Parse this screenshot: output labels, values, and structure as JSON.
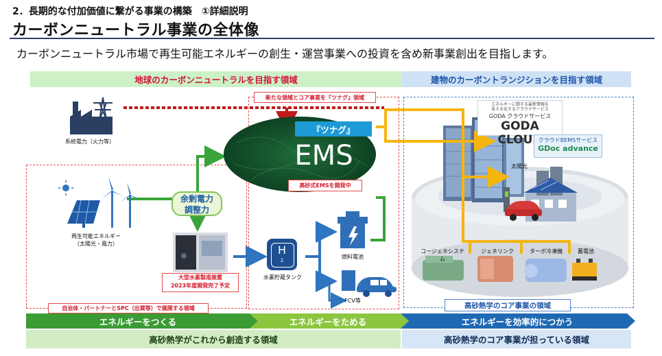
{
  "header": {
    "section": "2．長期的な付加価値に繋がる事業の構築　①詳細説明",
    "title": "カーボンニュートラル事業の全体像",
    "subtitle": "カーボンニュートラル市場で再生可能エネルギーの創生・運営事業への投資を含め新事業創出を目指します。"
  },
  "bands": {
    "left": "地球のカーボンニュートラルを目指す領域",
    "right": "建物のカーボントランジションを目指す領域"
  },
  "labels": {
    "new_domain": "新たな領域とコア事業を『ツナグ』領域",
    "tsunagu": "『ツナグ』",
    "ems": "EMS",
    "ems_dev": "高砂式EMSを開発中",
    "power": "系統電力（火力等）",
    "renewable": "再生可能エネルギー\n（太陽光・風力）",
    "surplus": "余剰電力\n調整力",
    "h2_plant": "大型水素製造装置\n2023年度開発完了予定",
    "tank": "水素貯蔵タンク",
    "fuelcell": "燃料電池",
    "fcv": "FCV等",
    "municipal": "自治体・パートナーとSPC（出資等）で展開する領域",
    "goda_top": "GODA クラウドサービス",
    "goda_cloud": "GODA CLOUD",
    "goda_small": "エネルギーに関する最新情報を\n見える化するクラウドサービス",
    "gdoc_title": "クラウドBEMSサービス",
    "gdoc": "GDoc advance",
    "solar": "太陽光",
    "cogen": "コージェネシステム",
    "genelink": "ジェネリンク",
    "turbo": "ターボ冷凍機",
    "battery": "蓄電池",
    "core_domain": "高砂熱学のコア事業の領域",
    "h2_symbol": "H",
    "h2_sub": "2"
  },
  "stages": [
    "エネルギーをつくる",
    "エネルギーをためる",
    "エネルギーを効率的につかう"
  ],
  "bottom": {
    "left": "高砂熱学がこれから創造する領域",
    "right": "高砂熱学のコア事業が担っている領域"
  },
  "colors": {
    "navy": "#2f3e67",
    "green": "#3aa43a",
    "yellow": "#f5b50f",
    "red_dashed": "#e24b4b",
    "blue": "#2f75bf"
  }
}
